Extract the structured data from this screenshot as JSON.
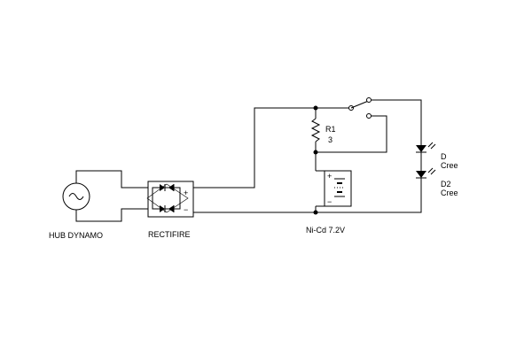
{
  "labels": {
    "hub_dynamo": "HUB DYNAMO",
    "rectifier": "RECTIFIRE",
    "battery": "Ni-Cd 7.2V",
    "r1_name": "R1",
    "r1_value": "3",
    "d1_name": "D",
    "d1_part": "Cree",
    "d2_name": "D2",
    "d2_part": "Cree",
    "rect_plus": "+",
    "rect_minus": "−",
    "batt_plus": "+",
    "batt_minus": "−"
  },
  "colors": {
    "line": "#000000",
    "background": "#ffffff"
  }
}
